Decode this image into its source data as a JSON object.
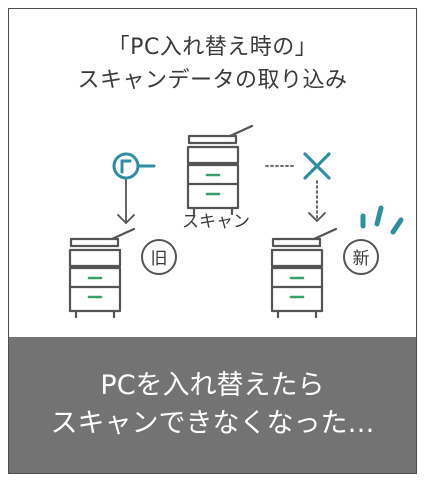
{
  "title": {
    "line1": "「PC入れ替え時の」",
    "line2": "スキャンデータの取り込み"
  },
  "diagram": {
    "scanner_label": "スキャン",
    "old_pc_badge": "旧",
    "new_pc_badge": "新"
  },
  "caption": {
    "line1": "PCを入れ替えたら",
    "line2": "スキャンできなくなった…"
  },
  "colors": {
    "accent_teal": "#2e8fa0",
    "device_green": "#3aa06a",
    "line_gray": "#555555",
    "footer_bg": "#737373",
    "border": "#4f4f4f"
  }
}
